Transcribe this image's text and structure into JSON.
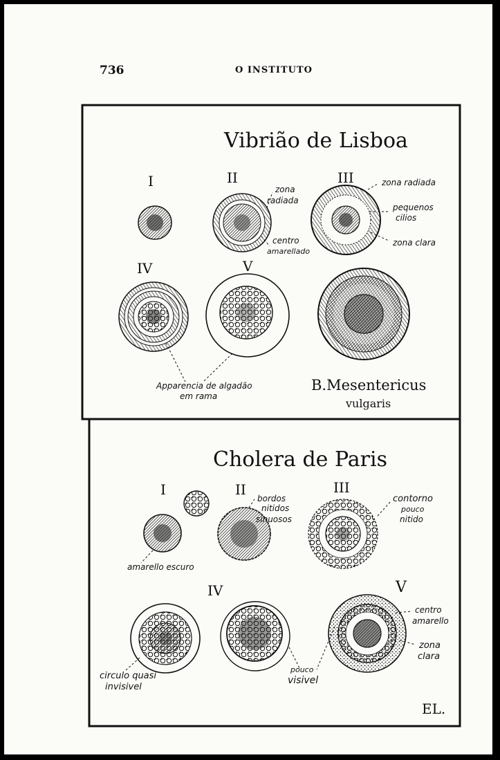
{
  "header": {
    "page_number": "736",
    "journal": "O INSTITUTO"
  },
  "top_panel": {
    "title": "Vibrião de Lisboa",
    "numerals": [
      "I",
      "II",
      "III",
      "IV",
      "V"
    ],
    "labels": {
      "zona": "zona",
      "radiada": "radiada",
      "centro": "centro",
      "amarellado": "amarellado",
      "zona_radiada": "zona radiada",
      "pequenos": "pequenos",
      "cilios": "cilios",
      "zona_clara": "zona clara",
      "apparencia_1": "Apparencia de algadão",
      "apparencia_2": "em rama",
      "bm_1": "B.Mesentericus",
      "bm_2": "vulgaris"
    }
  },
  "bottom_panel": {
    "title": "Cholera de Paris",
    "numerals": [
      "I",
      "II",
      "III",
      "IV",
      "V"
    ],
    "labels": {
      "amarello_escuro": "amarello escuro",
      "bordos": "bordos",
      "nitidos": "nitidos",
      "sinuosos": "sinuosos",
      "contorno": "contorno",
      "pouco": "pouco",
      "nitido": "nitido",
      "circulo_1": "circulo quasi",
      "circulo_2": "invisivel",
      "pouco_visivel_1": "pouco",
      "pouco_visivel_2": "visivel",
      "centro": "centro",
      "amarello": "amarello",
      "zona": "zona",
      "clara": "clara",
      "signature": "EL."
    }
  }
}
